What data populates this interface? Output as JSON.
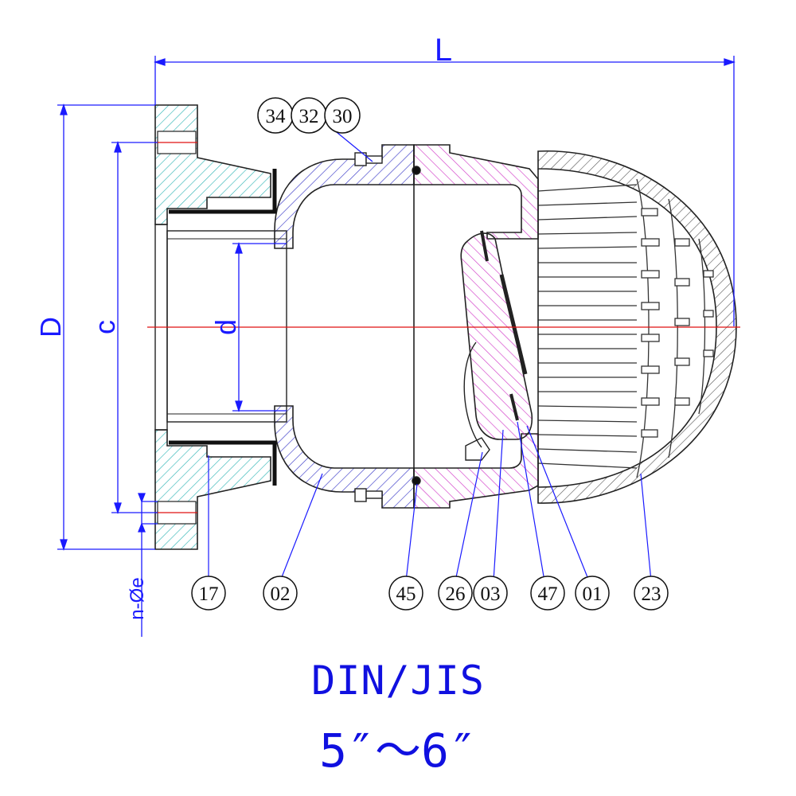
{
  "dimensions": {
    "overall_length": "L",
    "flange_diameter": "D",
    "bolt_circle": "c",
    "bore": "d",
    "bolt_holes": "n-Øe"
  },
  "balloons_top": [
    "34",
    "32",
    "30"
  ],
  "balloons_bottom": [
    "17",
    "02",
    "45",
    "26",
    "03",
    "47",
    "01",
    "23"
  ],
  "caption": {
    "line1": "DIN/JIS",
    "line2": "5″～6″"
  },
  "colors": {
    "dimension": "#1a1aff",
    "flange_hatch": "#36b7b7",
    "body_hatch": "#3b3bc8",
    "disc_hatch": "#d23cc8",
    "centerline": "#e01010",
    "outline": "#222222"
  }
}
